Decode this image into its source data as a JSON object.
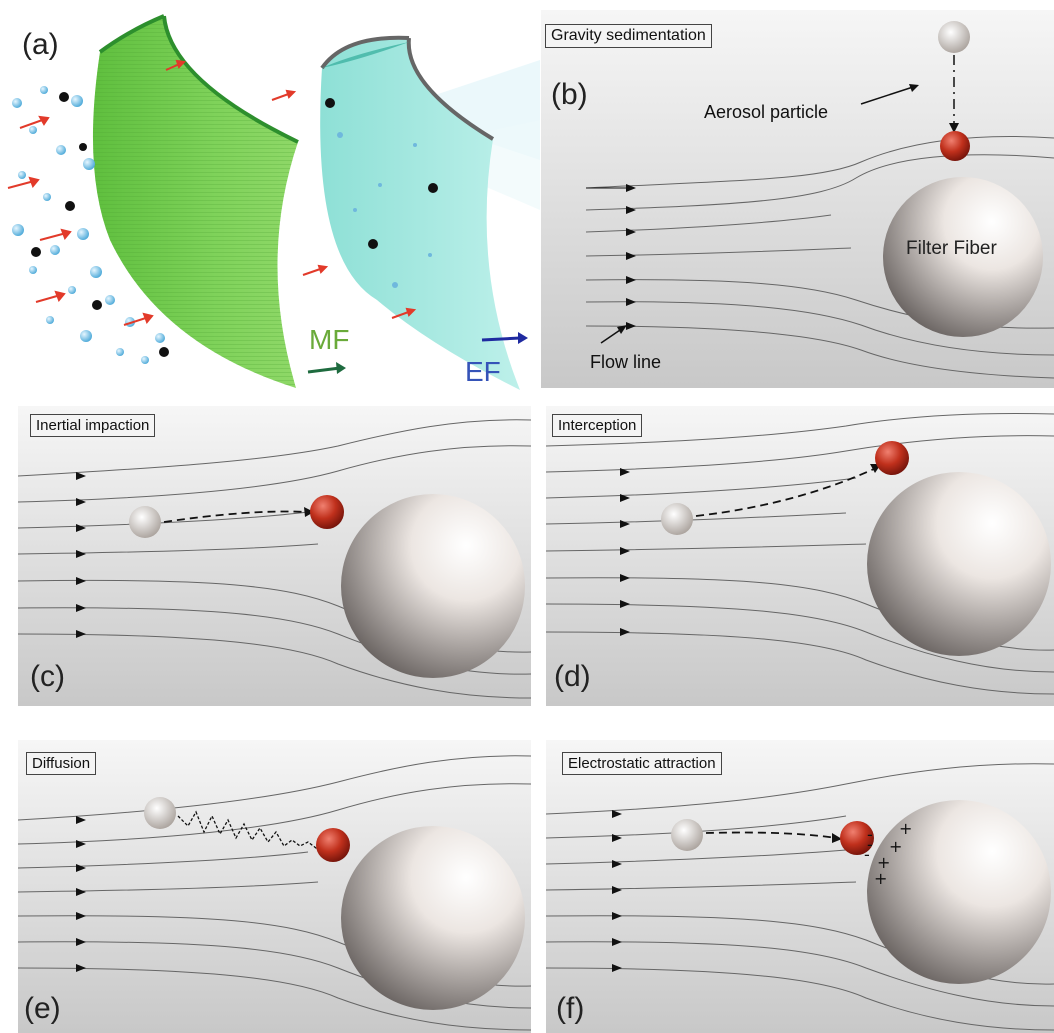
{
  "panel_a": {
    "label": "(a)",
    "mf": "MF",
    "ef": "EF"
  },
  "panel_b": {
    "label": "(b)",
    "title": "Gravity sedimentation",
    "aerosol": "Aerosol particle",
    "fiber": "Filter Fiber",
    "flow": "Flow line"
  },
  "panel_c": {
    "label": "(c)",
    "title": "Inertial impaction"
  },
  "panel_d": {
    "label": "(d)",
    "title": "Interception"
  },
  "panel_e": {
    "label": "(e)",
    "title": "Diffusion"
  },
  "panel_f": {
    "label": "(f)",
    "title": "Electrostatic attraction"
  },
  "colors": {
    "mf": "#6aaa3a",
    "ef": "#3553b8",
    "particle": "#b32a1a",
    "fiber": "#e9e4e1"
  }
}
